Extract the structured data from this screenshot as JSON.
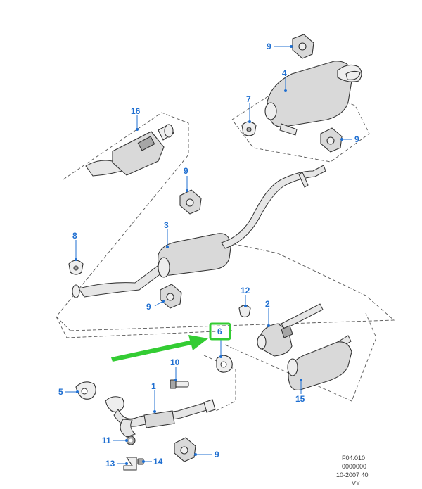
{
  "colors": {
    "callout": "#1f6fd1",
    "highlight": "#33cc33",
    "line": "#333333"
  },
  "callouts": {
    "c16": "16",
    "c9_top": "9",
    "c4": "4",
    "c7": "7",
    "c9_muffler": "9",
    "c9_mid": "9",
    "c3": "3",
    "c8": "8",
    "c9_left": "9",
    "c12": "12",
    "c2": "2",
    "c6": "6",
    "c10": "10",
    "c5": "5",
    "c1": "1",
    "c15": "15",
    "c11": "11",
    "c9_bottom": "9",
    "c13": "13",
    "c14": "14"
  },
  "footer": {
    "line1": "F04.010",
    "line2": "0000000",
    "line3": "10-2007 40",
    "line4": "VY"
  },
  "highlight": {
    "target_part": "6",
    "arrow_icon": "arrow-right-icon"
  }
}
